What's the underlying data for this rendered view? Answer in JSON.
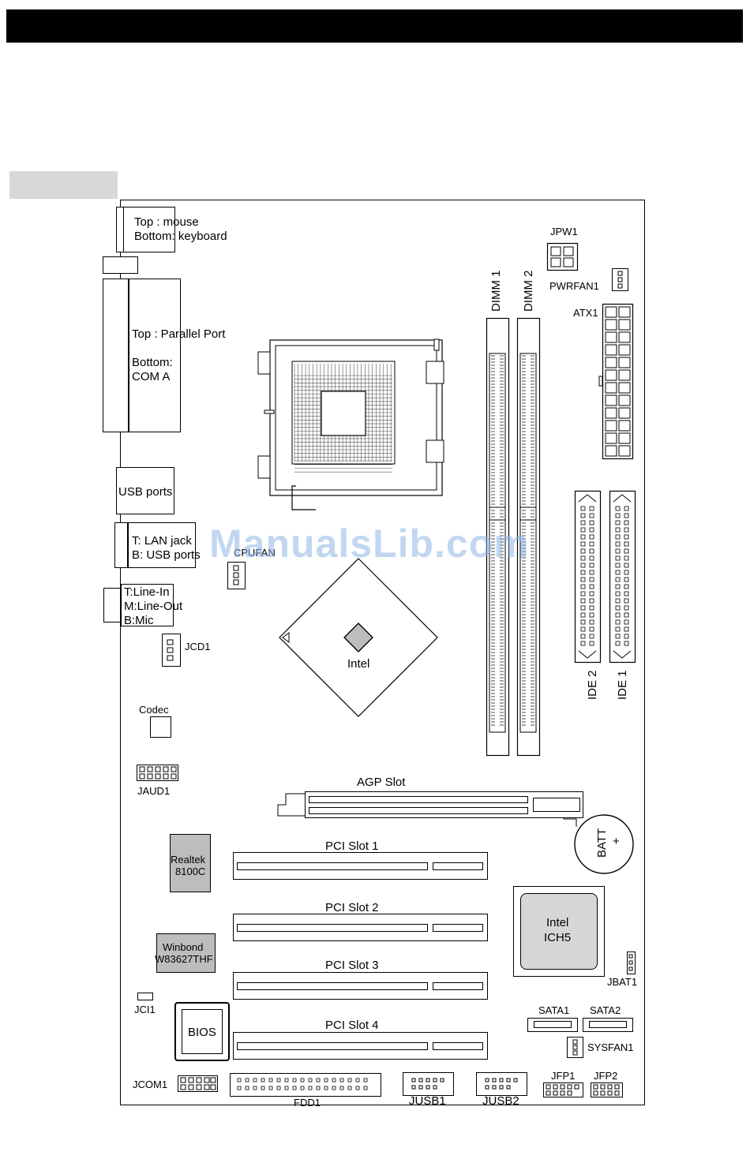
{
  "labels": {
    "ps2_top": "Top : mouse",
    "ps2_bottom": "Bottom: keyboard",
    "parallel_top": "Top : Parallel Port",
    "parallel_bottom1": "Bottom:",
    "parallel_bottom2": "COM A",
    "usb_ports": "USB ports",
    "lan_top": "T:  LAN jack",
    "lan_bottom": "B: USB ports",
    "audio_t": "T:Line-In",
    "audio_m": "M:Line-Out",
    "audio_b": "B:Mic",
    "jcd1": "JCD1",
    "codec": "Codec",
    "jaud1": "JAUD1",
    "realtek1": "Realtek",
    "realtek2": "8100C",
    "winbond1": "Winbond",
    "winbond2": "W83627THF",
    "jci1": "JCI1",
    "bios": "BIOS",
    "jcom1": "JCOM1",
    "fdd1": "FDD1",
    "jusb1": "JUSB1",
    "jusb2": "JUSB2",
    "jfp1": "JFP1",
    "jfp2": "JFP2",
    "sysfan1": "SYSFAN1",
    "sata1": "SATA1",
    "sata2": "SATA2",
    "jbat1": "JBAT1",
    "ich1": "Intel",
    "ich2": "ICH5",
    "batt": "BATT",
    "batt_plus": "+",
    "pci1": "PCI Slot 1",
    "pci2": "PCI Slot 2",
    "pci3": "PCI Slot 3",
    "pci4": "PCI Slot 4",
    "agp": "AGP Slot",
    "northbridge": "Intel",
    "cpufan": "CPUFAN",
    "dimm1": "DIMM 1",
    "dimm2": "DIMM 2",
    "jpw1": "JPW1",
    "pwrfan1": "PWRFAN1",
    "atx1": "ATX1",
    "ide1": "IDE 1",
    "ide2": "IDE 2"
  },
  "watermark": "ManualsLib.com",
  "colors": {
    "chip_grey": "#bdbdbd",
    "ich_grey": "#d6d6d6",
    "watermark": "#8fb7e6"
  }
}
